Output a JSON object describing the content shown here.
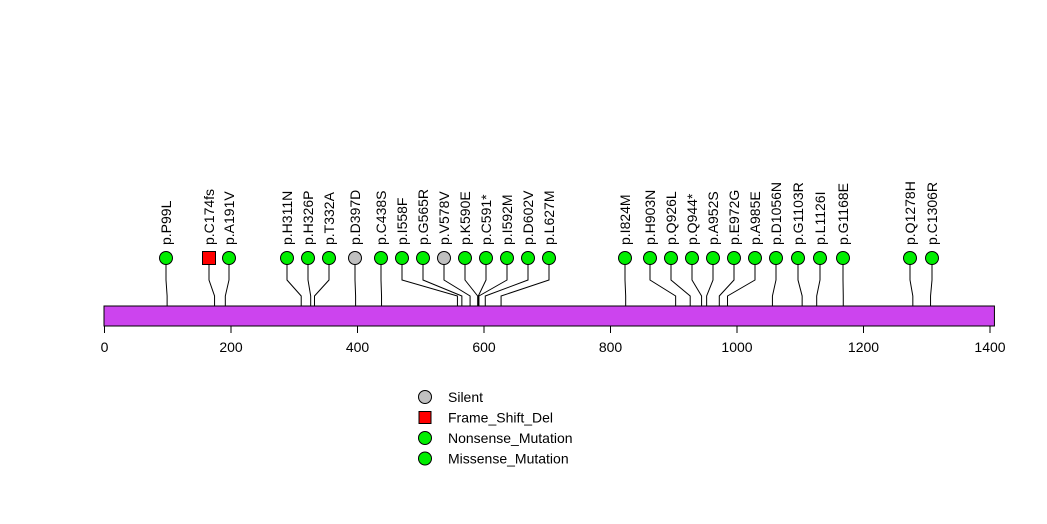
{
  "chart_data": {
    "type": "lollipop",
    "title": "",
    "xlabel": "",
    "ylabel": "",
    "xlim": [
      0,
      1407
    ],
    "x_ticks": [
      0,
      200,
      400,
      600,
      800,
      1000,
      1200,
      1400
    ],
    "protein_length": 1407,
    "colors": {
      "domain_bar": "#cc44ee",
      "Silent": "#c0c0c0",
      "Frame_Shift_Del": "#ff0000",
      "Nonsense_Mutation": "#00ee00",
      "Missense_Mutation": "#00ee00"
    },
    "mutations": [
      {
        "label": "p.P99L",
        "position": 99,
        "type": "Missense_Mutation"
      },
      {
        "label": "p.C174fs",
        "position": 174,
        "type": "Frame_Shift_Del"
      },
      {
        "label": "p.A191V",
        "position": 191,
        "type": "Missense_Mutation"
      },
      {
        "label": "p.H311N",
        "position": 311,
        "type": "Missense_Mutation"
      },
      {
        "label": "p.H326P",
        "position": 326,
        "type": "Missense_Mutation"
      },
      {
        "label": "p.T332A",
        "position": 332,
        "type": "Missense_Mutation"
      },
      {
        "label": "p.D397D",
        "position": 397,
        "type": "Silent"
      },
      {
        "label": "p.C438S",
        "position": 438,
        "type": "Missense_Mutation"
      },
      {
        "label": "p.I558F",
        "position": 558,
        "type": "Missense_Mutation"
      },
      {
        "label": "p.G565R",
        "position": 565,
        "type": "Missense_Mutation"
      },
      {
        "label": "p.V578V",
        "position": 578,
        "type": "Silent"
      },
      {
        "label": "p.K590E",
        "position": 590,
        "type": "Missense_Mutation"
      },
      {
        "label": "p.C591*",
        "position": 591,
        "type": "Nonsense_Mutation"
      },
      {
        "label": "p.I592M",
        "position": 592,
        "type": "Missense_Mutation"
      },
      {
        "label": "p.D602V",
        "position": 602,
        "type": "Missense_Mutation"
      },
      {
        "label": "p.L627M",
        "position": 627,
        "type": "Missense_Mutation"
      },
      {
        "label": "p.I824M",
        "position": 824,
        "type": "Missense_Mutation"
      },
      {
        "label": "p.H903N",
        "position": 903,
        "type": "Missense_Mutation"
      },
      {
        "label": "p.Q926L",
        "position": 926,
        "type": "Missense_Mutation"
      },
      {
        "label": "p.Q944*",
        "position": 944,
        "type": "Nonsense_Mutation"
      },
      {
        "label": "p.A952S",
        "position": 952,
        "type": "Missense_Mutation"
      },
      {
        "label": "p.E972G",
        "position": 972,
        "type": "Missense_Mutation"
      },
      {
        "label": "p.A985E",
        "position": 985,
        "type": "Missense_Mutation"
      },
      {
        "label": "p.D1056N",
        "position": 1056,
        "type": "Missense_Mutation"
      },
      {
        "label": "p.G1103R",
        "position": 1103,
        "type": "Missense_Mutation"
      },
      {
        "label": "p.L1126I",
        "position": 1126,
        "type": "Missense_Mutation"
      },
      {
        "label": "p.G1168E",
        "position": 1168,
        "type": "Missense_Mutation"
      },
      {
        "label": "p.Q1278H",
        "position": 1278,
        "type": "Missense_Mutation"
      },
      {
        "label": "p.C1306R",
        "position": 1306,
        "type": "Missense_Mutation"
      }
    ],
    "legend": {
      "placement": "bottom-center",
      "entries": [
        {
          "label": "Silent",
          "shape": "circle",
          "type": "Silent"
        },
        {
          "label": "Frame_Shift_Del",
          "shape": "square",
          "type": "Frame_Shift_Del"
        },
        {
          "label": "Nonsense_Mutation",
          "shape": "circle",
          "type": "Nonsense_Mutation"
        },
        {
          "label": "Missense_Mutation",
          "shape": "circle",
          "type": "Missense_Mutation"
        }
      ]
    }
  }
}
